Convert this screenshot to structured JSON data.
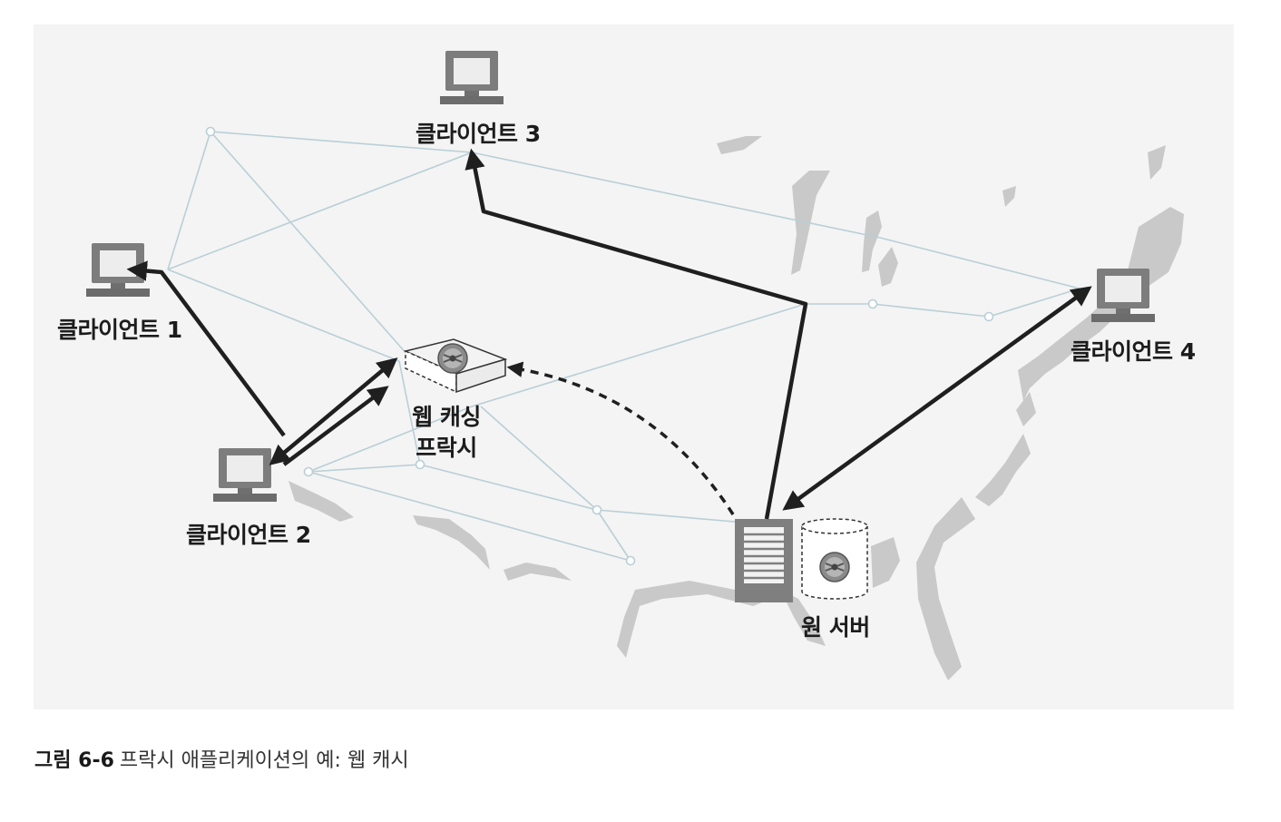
{
  "labels": {
    "client1": "클라이언트 1",
    "client2": "클라이언트 2",
    "client3": "클라이언트 3",
    "client4": "클라이언트 4",
    "proxy_line1": "웹 캐싱",
    "proxy_line2": "프락시",
    "origin_server": "원 서버"
  },
  "caption": {
    "number": "그림 6-6",
    "text": "프락시 애플리케이션의 예: 웹 캐시"
  },
  "colors": {
    "panel": "#f4f4f4",
    "map": "#c9c9c9",
    "network": "#b9cfd6",
    "arrow": "#1f1f1f",
    "device": "#7f7f7f"
  },
  "icons": [
    "computer-icon",
    "proxy-device-icon",
    "server-tower-icon",
    "database-icon",
    "dish-icon"
  ]
}
